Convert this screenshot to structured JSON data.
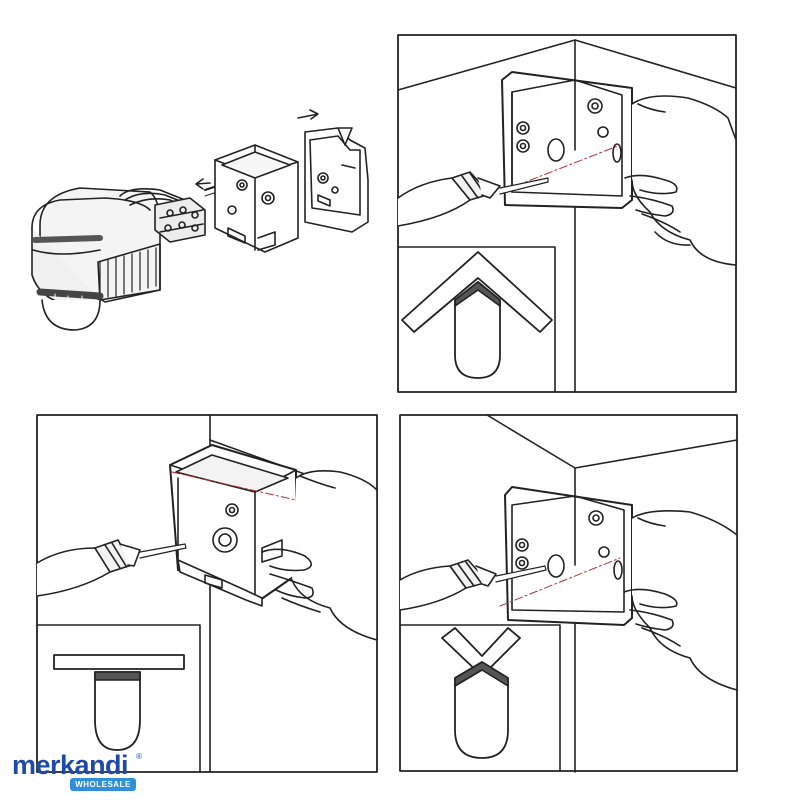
{
  "logo": {
    "wordmark": "merkandi",
    "badge": "WHOLESALE",
    "trademark": "®"
  },
  "colors": {
    "line": "#222222",
    "light": "#e6e6e6",
    "mid": "#c9c9c9",
    "dark": "#555555",
    "skin": "#ffffff",
    "guide": "#b23030",
    "brand": "#1f4aa8",
    "badge": "#2f8fdc"
  },
  "panels": [
    {
      "id": "exploded-view",
      "description_icon": "sensor-exploded-icon"
    },
    {
      "id": "corner-mount",
      "icon": "corner-outside-icon"
    },
    {
      "id": "flat-wall-mount",
      "icon": "flat-wall-icon"
    },
    {
      "id": "inside-corner-mount",
      "icon": "corner-inside-icon"
    }
  ]
}
